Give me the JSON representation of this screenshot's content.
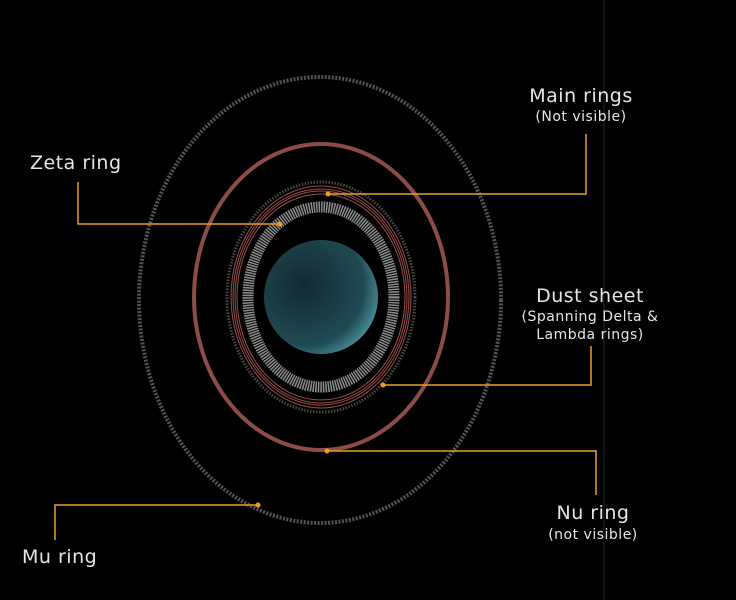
{
  "colors": {
    "background": "#000000",
    "leader": "#e8a020",
    "nu_ring": "#8c4c48",
    "main_rings": "#9a4e48",
    "dust": "#bdbdbd",
    "planet": "#2a5a62"
  },
  "labels": {
    "main_rings": {
      "title": "Main rings",
      "note": "(Not visible)"
    },
    "zeta_ring": {
      "title": "Zeta ring"
    },
    "dust_sheet": {
      "title": "Dust sheet",
      "note_line1": "(Spanning Delta &",
      "note_line2": "Lambda rings)"
    },
    "nu_ring": {
      "title": "Nu ring",
      "note": "(not visible)"
    },
    "mu_ring": {
      "title": "Mu ring"
    }
  }
}
